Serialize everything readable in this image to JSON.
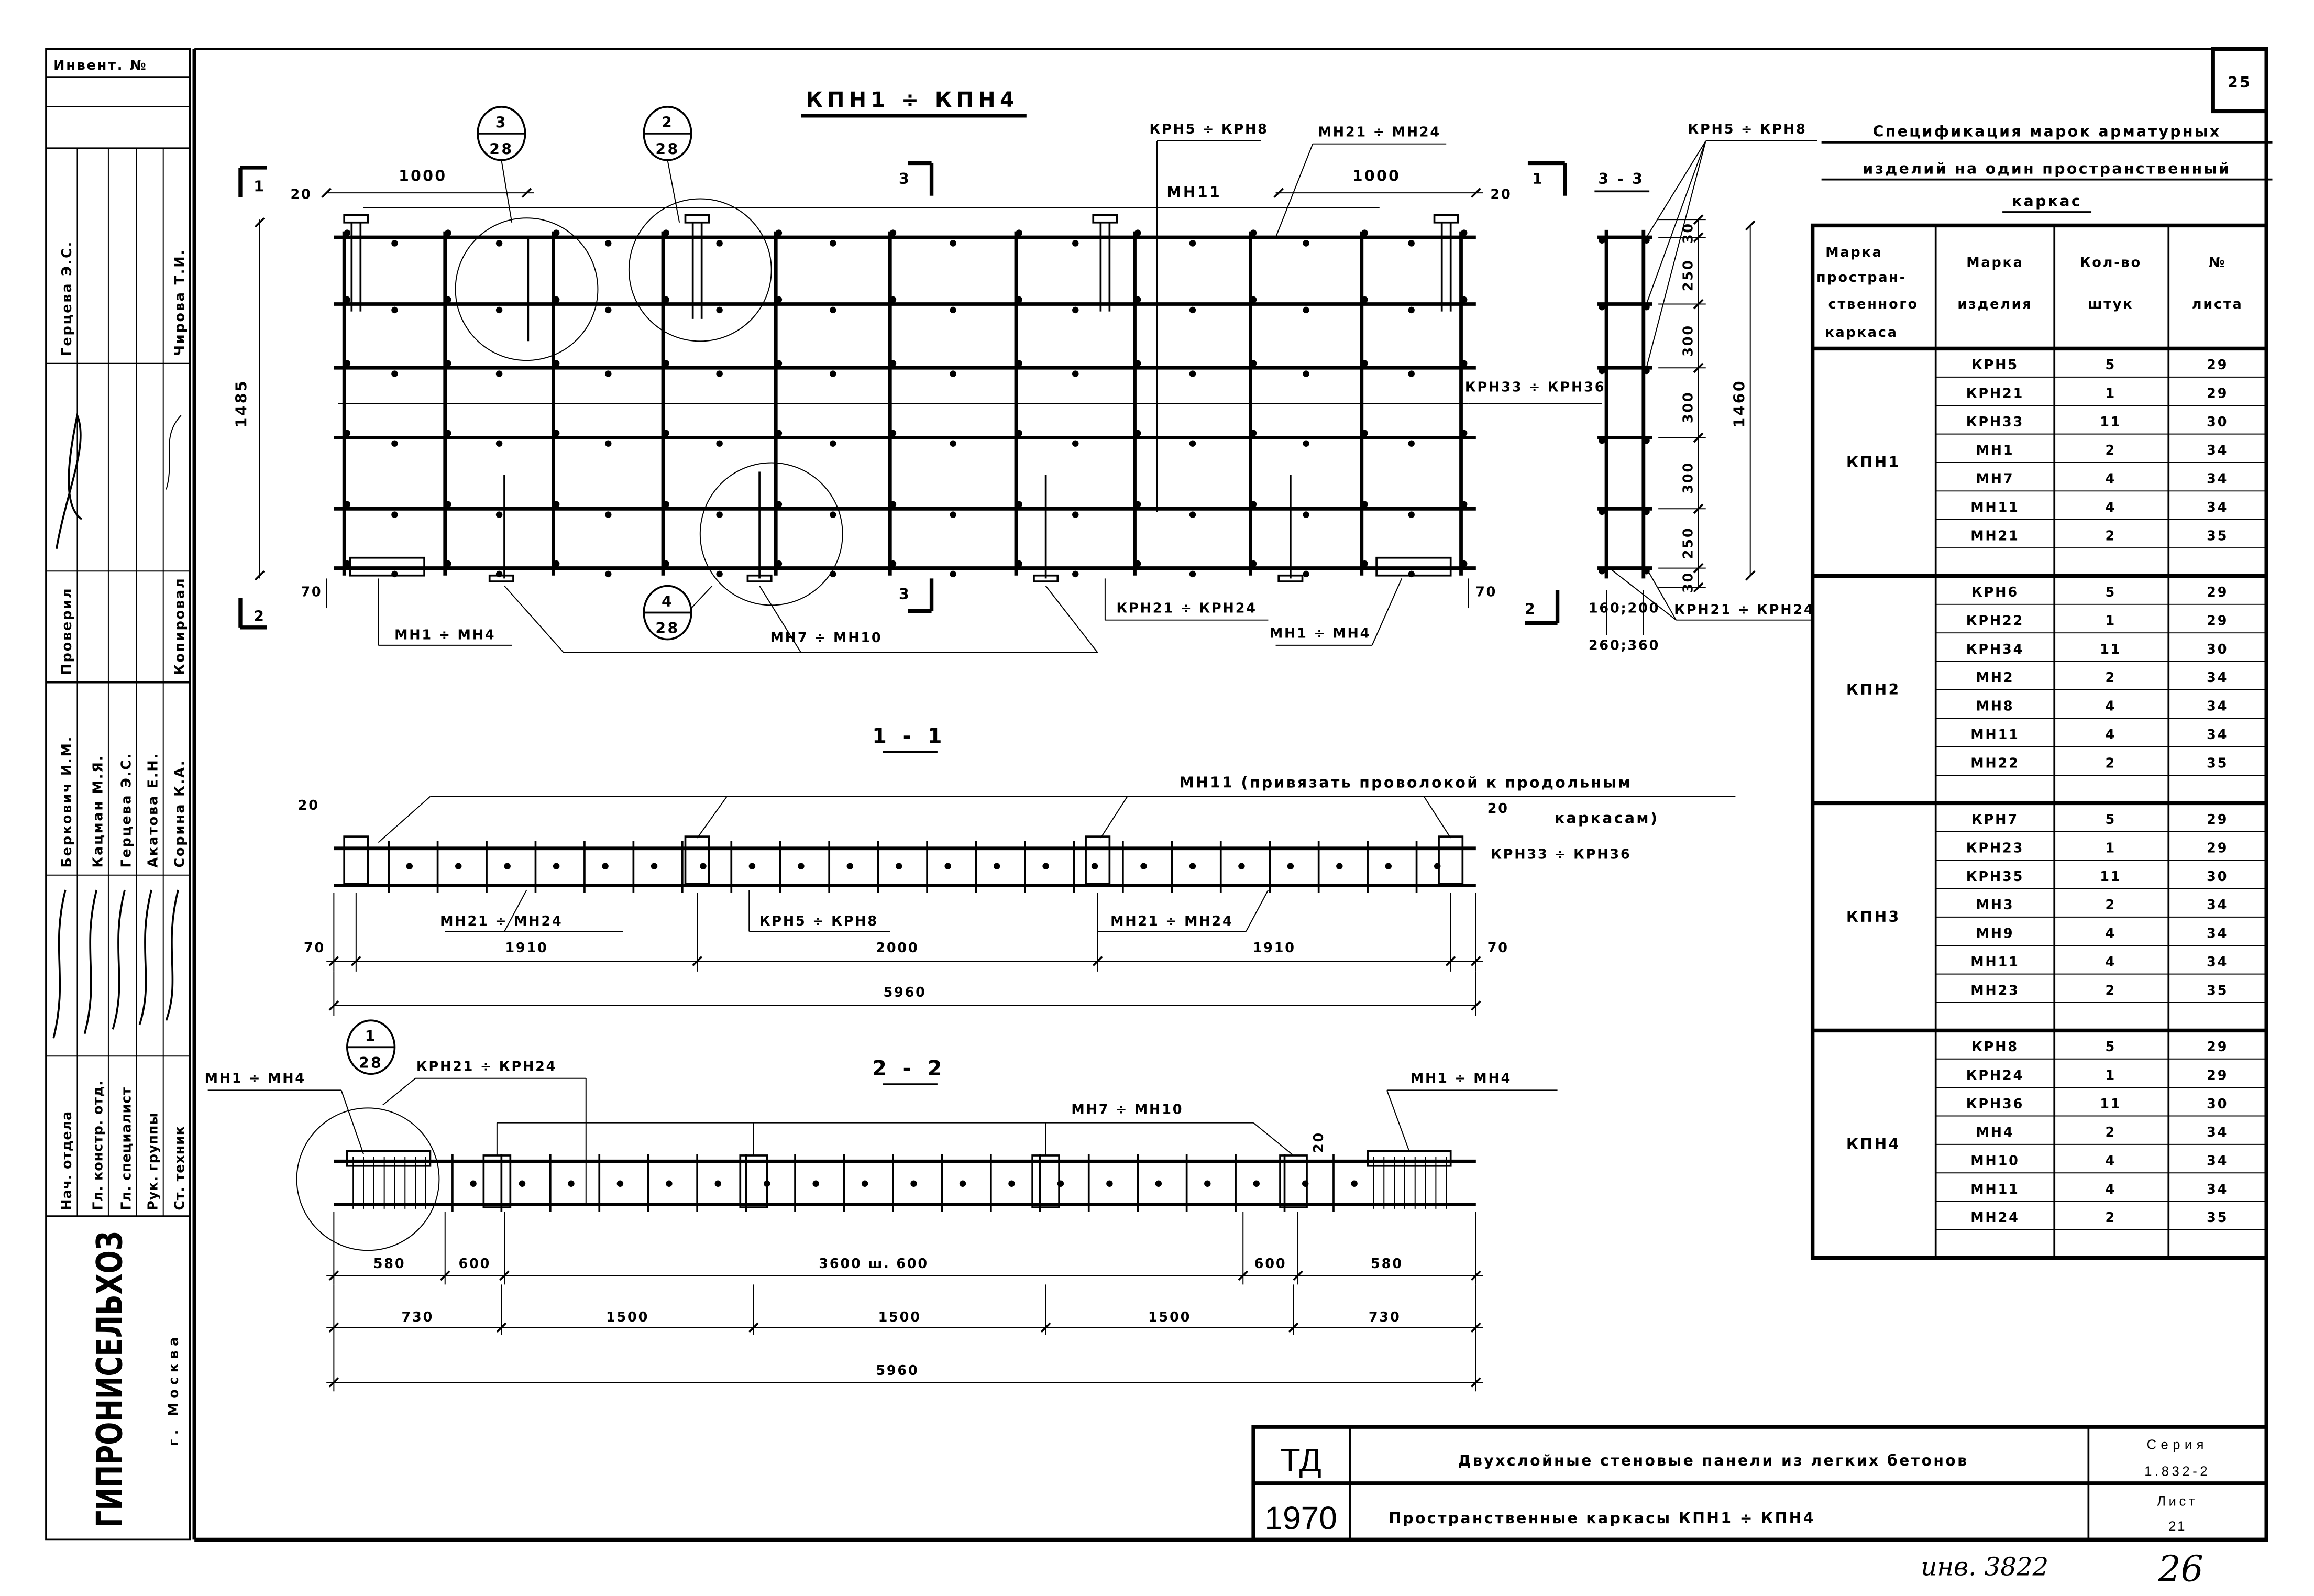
{
  "sheet_number": "25",
  "stamp": {
    "inventory_label": "Инвент. №",
    "developer_top": "Герцева Э.С.",
    "copier_top": "Чирова Т.И.",
    "checked_label": "Проверил",
    "copied_label": "Копировал",
    "names": [
      "Беркович И.М.",
      "Кацман М.Я.",
      "Герцева Э.С.",
      "Акатова Е.Н.",
      "Сорина К.А."
    ],
    "roles": [
      "Нач. отдела",
      "Гл. констр. отд.",
      "Гл. специалист",
      "Рук. группы",
      "Ст. техник"
    ],
    "org": "ГИПРОНИСЕЛЬХОЗ",
    "city": "г. Москва"
  },
  "plan": {
    "title": "КПН1 ÷ КПН4",
    "callouts": [
      {
        "top": "3",
        "bottom": "28"
      },
      {
        "top": "2",
        "bottom": "28"
      },
      {
        "top": "4",
        "bottom": "28"
      }
    ],
    "section_marks": [
      "1",
      "2",
      "3",
      "3",
      "1",
      "2"
    ],
    "dims": {
      "left_1000": "1000",
      "left_20": "20",
      "right_1000": "1000",
      "right_20": "20",
      "height": "1485",
      "left_70": "70",
      "right_70": "70"
    },
    "labels": {
      "mn11": "МН11",
      "krn5_8": "КРН5 ÷ КРН8",
      "mn21_24": "МН21 ÷ МН24",
      "krn33_36": "КРН33 ÷ КРН36",
      "mn1_4_left": "МН1 ÷ МН4",
      "mn7_10": "МН7 ÷ МН10",
      "krn21_24": "КРН21 ÷ КРН24",
      "mn1_4_right": "МН1 ÷ МН4"
    }
  },
  "section_3_3": {
    "title": "3 - 3",
    "krn5_8": "КРН5 ÷ КРН8",
    "krn21_24": "КРН21 ÷ КРН24",
    "dims": [
      "30",
      "250",
      "300",
      "300",
      "300",
      "250",
      "30"
    ],
    "height": "1460",
    "width_inner": "160;200",
    "width_outer": "260;360"
  },
  "section_1_1": {
    "title": "1 - 1",
    "note_line1": "МН11 (привязать проволокой к продольным",
    "note_line2": "каркасам)",
    "krn33_36": "КРН33 ÷ КРН36",
    "mn21_24_left": "МН21 ÷ МН24",
    "krn5_8": "КРН5 ÷ КРН8",
    "mn21_24_right": "МН21 ÷ МН24",
    "dim_20_left": "20",
    "dim_20_right": "20",
    "dims": [
      "70",
      "1910",
      "2000",
      "1910",
      "70"
    ],
    "total": "5960"
  },
  "section_2_2": {
    "title": "2 - 2",
    "callout": {
      "top": "1",
      "bottom": "28"
    },
    "mn1_4_left": "МН1 ÷ МН4",
    "krn21_24": "КРН21 ÷ КРН24",
    "mn7_10": "МН7 ÷ МН10",
    "mn1_4_right": "МН1 ÷ МН4",
    "dim_20": "20",
    "dims_row1": [
      "580",
      "600",
      "3600 ш. 600",
      "600",
      "580"
    ],
    "dims_row2": [
      "730",
      "1500",
      "1500",
      "1500",
      "730"
    ],
    "total": "5960"
  },
  "spec": {
    "title_lines": [
      "Спецификация марок арматурных",
      "изделий на один пространственный",
      "каркас"
    ],
    "headers": {
      "frame": [
        "Марка",
        "простран-",
        "ственного",
        "каркаса"
      ],
      "item": [
        "Марка",
        "изделия"
      ],
      "qty": [
        "Кол-во",
        "штук"
      ],
      "sheet": [
        "№",
        "листа"
      ]
    },
    "groups": [
      {
        "frame": "КПН1",
        "rows": [
          {
            "item": "КРН5",
            "qty": "5",
            "sheet": "29"
          },
          {
            "item": "КРН21",
            "qty": "1",
            "sheet": "29"
          },
          {
            "item": "КРН33",
            "qty": "11",
            "sheet": "30"
          },
          {
            "item": "МН1",
            "qty": "2",
            "sheet": "34"
          },
          {
            "item": "МН7",
            "qty": "4",
            "sheet": "34"
          },
          {
            "item": "МН11",
            "qty": "4",
            "sheet": "34"
          },
          {
            "item": "МН21",
            "qty": "2",
            "sheet": "35"
          }
        ]
      },
      {
        "frame": "КПН2",
        "rows": [
          {
            "item": "КРН6",
            "qty": "5",
            "sheet": "29"
          },
          {
            "item": "КРН22",
            "qty": "1",
            "sheet": "29"
          },
          {
            "item": "КРН34",
            "qty": "11",
            "sheet": "30"
          },
          {
            "item": "МН2",
            "qty": "2",
            "sheet": "34"
          },
          {
            "item": "МН8",
            "qty": "4",
            "sheet": "34"
          },
          {
            "item": "МН11",
            "qty": "4",
            "sheet": "34"
          },
          {
            "item": "МН22",
            "qty": "2",
            "sheet": "35"
          }
        ]
      },
      {
        "frame": "КПН3",
        "rows": [
          {
            "item": "КРН7",
            "qty": "5",
            "sheet": "29"
          },
          {
            "item": "КРН23",
            "qty": "1",
            "sheet": "29"
          },
          {
            "item": "КРН35",
            "qty": "11",
            "sheet": "30"
          },
          {
            "item": "МН3",
            "qty": "2",
            "sheet": "34"
          },
          {
            "item": "МН9",
            "qty": "4",
            "sheet": "34"
          },
          {
            "item": "МН11",
            "qty": "4",
            "sheet": "34"
          },
          {
            "item": "МН23",
            "qty": "2",
            "sheet": "35"
          }
        ]
      },
      {
        "frame": "КПН4",
        "rows": [
          {
            "item": "КРН8",
            "qty": "5",
            "sheet": "29"
          },
          {
            "item": "КРН24",
            "qty": "1",
            "sheet": "29"
          },
          {
            "item": "КРН36",
            "qty": "11",
            "sheet": "30"
          },
          {
            "item": "МН4",
            "qty": "2",
            "sheet": "34"
          },
          {
            "item": "МН10",
            "qty": "4",
            "sheet": "34"
          },
          {
            "item": "МН11",
            "qty": "4",
            "sheet": "34"
          },
          {
            "item": "МН24",
            "qty": "2",
            "sheet": "35"
          }
        ]
      }
    ]
  },
  "title_block": {
    "code": "ТД",
    "year": "1970",
    "project": "Двухслойные стеновые панели из легких бетонов",
    "sheet_title": "Пространственные каркасы КПН1 ÷ КПН4",
    "series_label": "Серия",
    "series": "1.832-2",
    "sheet_label": "Лист",
    "sheet": "21"
  },
  "handwritten": {
    "inventory": "инв. 3822",
    "number": "26"
  }
}
